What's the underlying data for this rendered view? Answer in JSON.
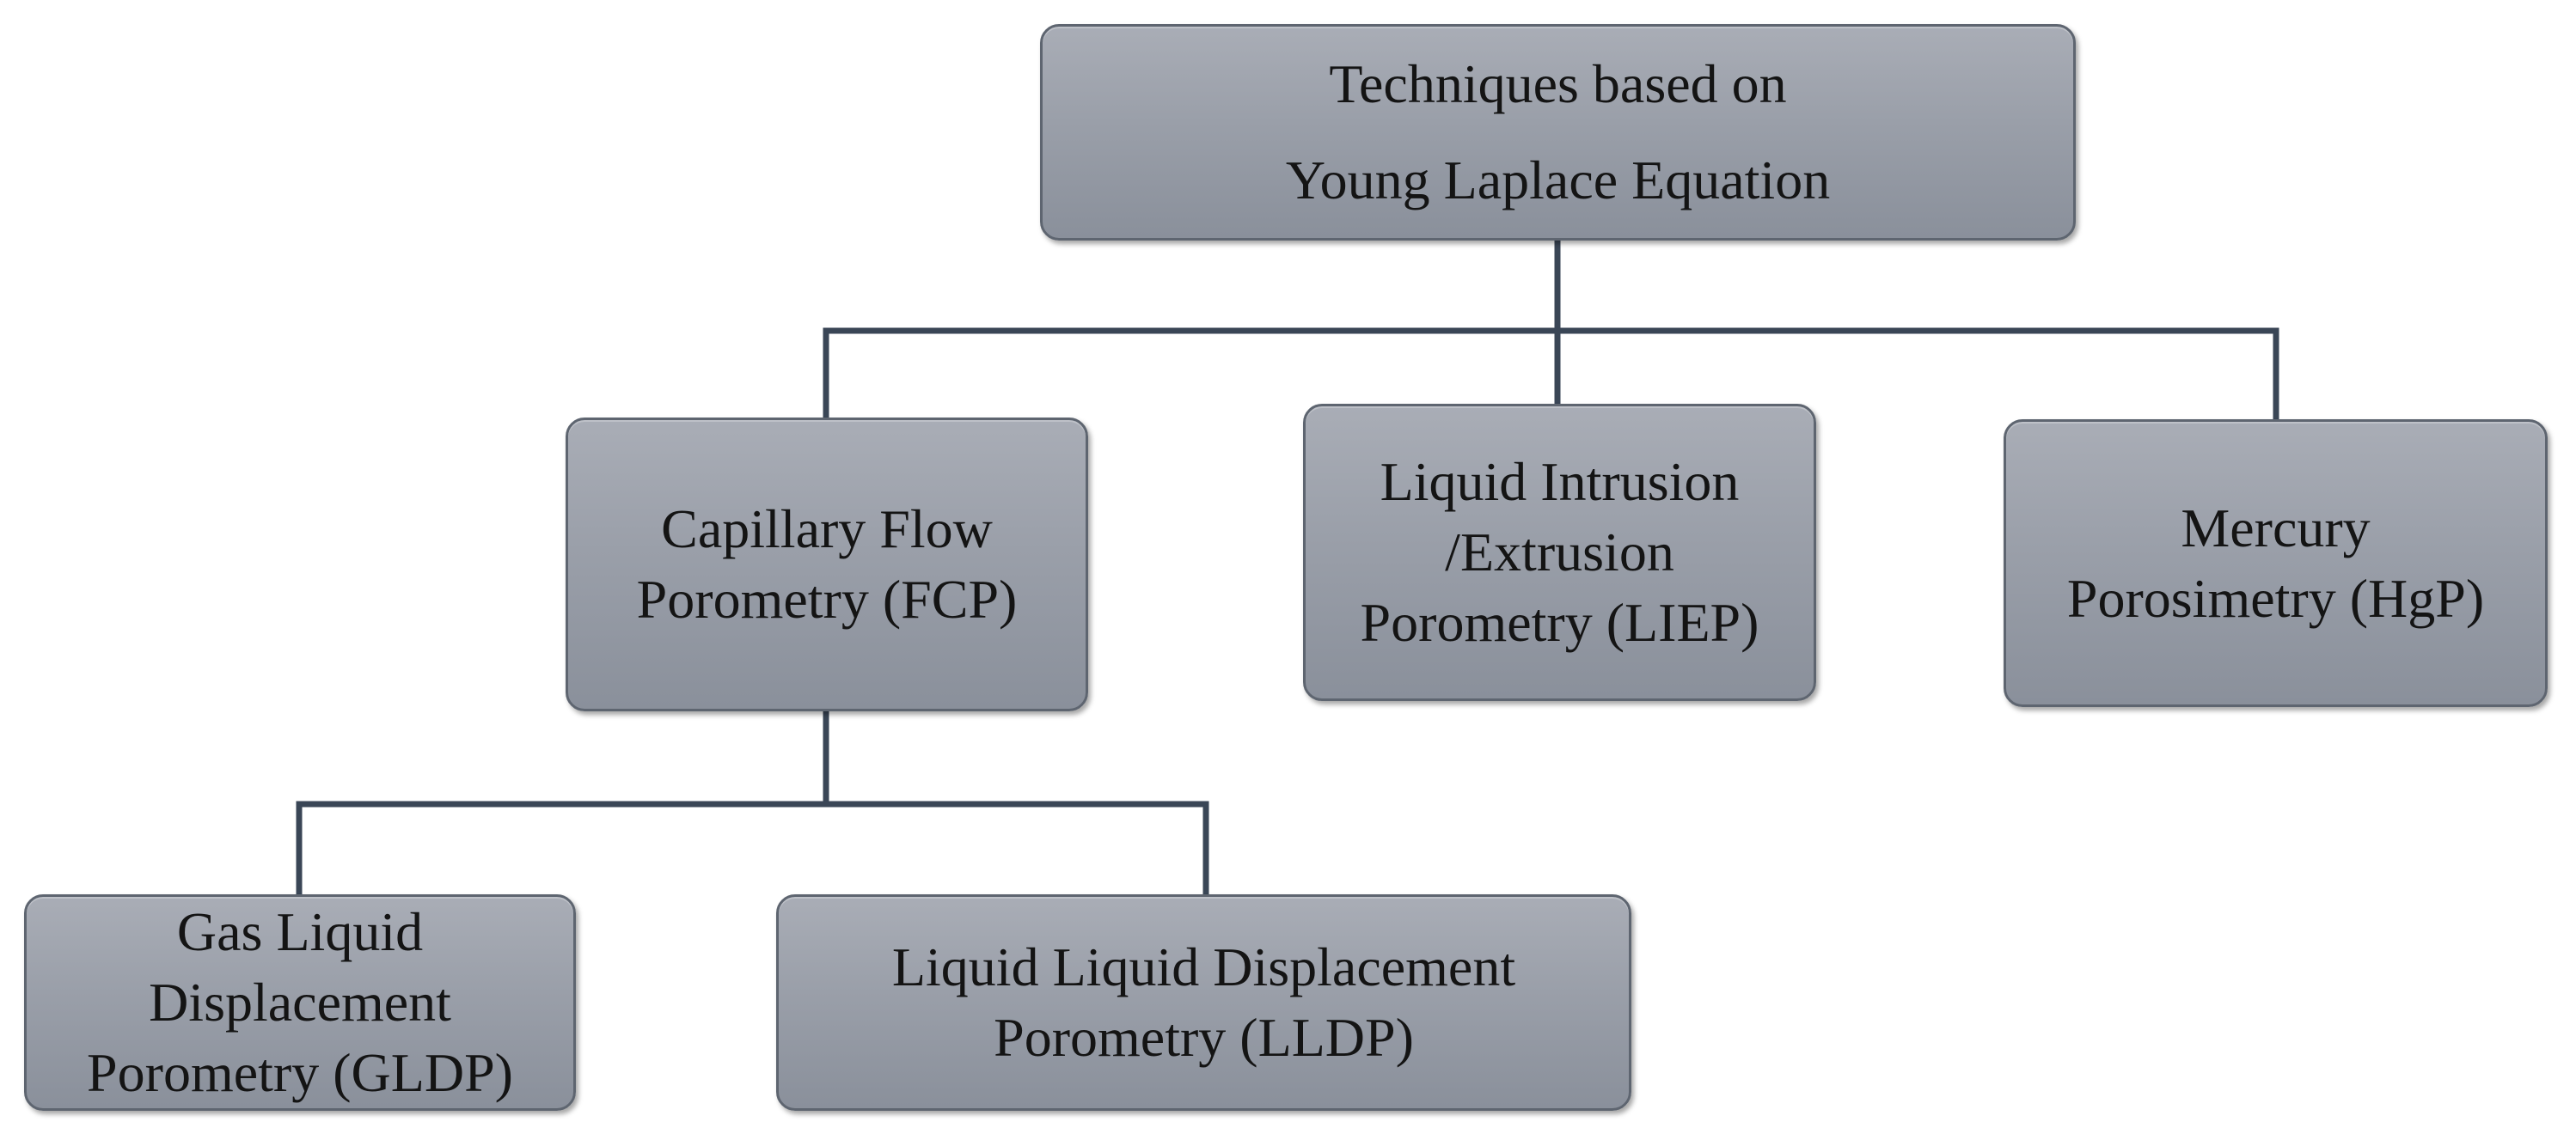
{
  "diagram": {
    "root": {
      "lines": [
        "Techniques based on",
        "Young Laplace Equation"
      ]
    },
    "level1": [
      {
        "lines": [
          "Capillary Flow",
          "Porometry (FCP)"
        ]
      },
      {
        "lines": [
          "Liquid Intrusion",
          "/Extrusion",
          "Porometry (LIEP)"
        ]
      },
      {
        "lines": [
          "Mercury",
          "Porosimetry (HgP)"
        ]
      }
    ],
    "level2": [
      {
        "lines": [
          "Gas Liquid",
          "Displacement",
          "Porometry (GLDP)"
        ]
      },
      {
        "lines": [
          "Liquid Liquid Displacement",
          "Porometry (LLDP)"
        ]
      }
    ]
  },
  "colors": {
    "box_top": "#a9adb6",
    "box_bottom": "#8a909b",
    "box_border": "#5e6570",
    "connector": "#3a4656",
    "text": "#141414"
  }
}
